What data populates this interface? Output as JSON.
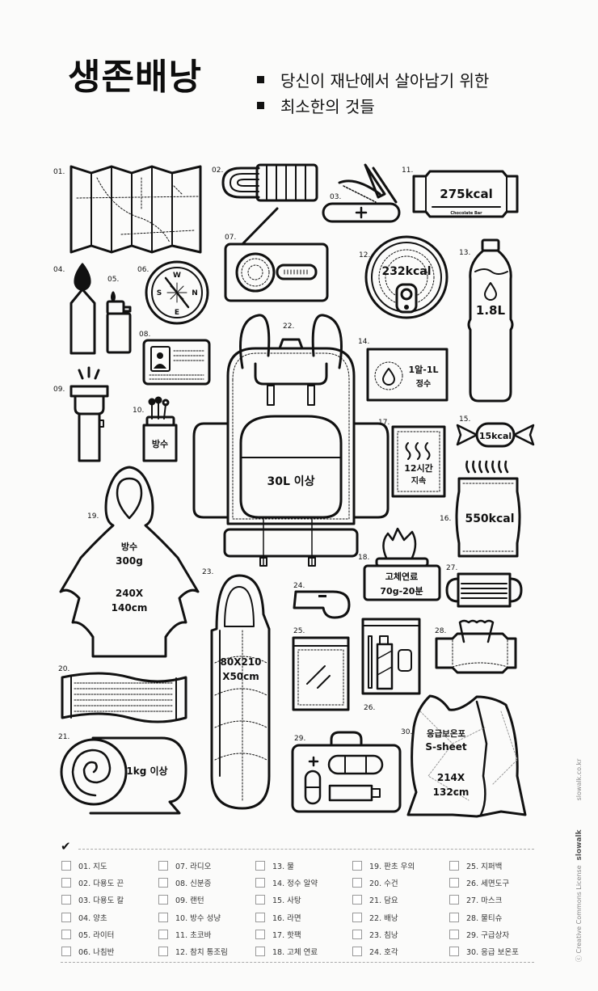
{
  "header": {
    "title": "생존배낭",
    "subtitle_lines": [
      "당신이 재난에서 살아남기 위한",
      "최소한의 것들"
    ]
  },
  "items": [
    {
      "no": "01.",
      "name": "지도"
    },
    {
      "no": "02.",
      "name": "다용도 끈"
    },
    {
      "no": "03.",
      "name": "다용도 칼"
    },
    {
      "no": "04.",
      "name": "양초"
    },
    {
      "no": "05.",
      "name": "라이터"
    },
    {
      "no": "06.",
      "name": "나침반"
    },
    {
      "no": "07.",
      "name": "라디오"
    },
    {
      "no": "08.",
      "name": "신분증"
    },
    {
      "no": "09.",
      "name": "랜턴"
    },
    {
      "no": "10.",
      "name": "방수 성냥",
      "label": "방수"
    },
    {
      "no": "11.",
      "name": "초코바",
      "label": "275kcal",
      "sublabel": "Chocolate Bar"
    },
    {
      "no": "12.",
      "name": "참치 통조림",
      "label": "232kcal"
    },
    {
      "no": "13.",
      "name": "물",
      "label": "1.8L"
    },
    {
      "no": "14.",
      "name": "정수 알약",
      "label_lines": [
        "1알-1L",
        "정수"
      ]
    },
    {
      "no": "15.",
      "name": "사탕",
      "label": "15kcal"
    },
    {
      "no": "16.",
      "name": "라면",
      "label": "550kcal"
    },
    {
      "no": "17.",
      "name": "핫팩",
      "label_lines": [
        "12시간",
        "지속"
      ]
    },
    {
      "no": "18.",
      "name": "고체 연료",
      "label_lines": [
        "고체연료",
        "70g-20분"
      ]
    },
    {
      "no": "19.",
      "name": "판초 우의",
      "label_lines": [
        "방수",
        "300g",
        "240X",
        "140cm"
      ]
    },
    {
      "no": "20.",
      "name": "수건"
    },
    {
      "no": "21.",
      "name": "담요",
      "label": "1kg 이상"
    },
    {
      "no": "22.",
      "name": "배낭",
      "label": "30L 이상"
    },
    {
      "no": "23.",
      "name": "침낭",
      "label_lines": [
        "80X210",
        "X50cm"
      ]
    },
    {
      "no": "24.",
      "name": "호각"
    },
    {
      "no": "25.",
      "name": "지퍼백"
    },
    {
      "no": "26.",
      "name": "세면도구"
    },
    {
      "no": "27.",
      "name": "마스크"
    },
    {
      "no": "28.",
      "name": "물티슈"
    },
    {
      "no": "29.",
      "name": "구급상자"
    },
    {
      "no": "30.",
      "name": "응급 보온포",
      "label_lines": [
        "응급보온포",
        "S-sheet",
        "214X",
        "132cm"
      ]
    }
  ],
  "checklist": {
    "check_mark": "✔",
    "entries": [
      "01. 지도",
      "02. 다용도 끈",
      "03. 다용도 칼",
      "04. 양초",
      "05. 라이터",
      "06. 나침반",
      "07. 라디오",
      "08. 신분증",
      "09. 랜턴",
      "10. 방수 성냥",
      "11. 초코바",
      "12. 참치 통조림",
      "13. 물",
      "14. 정수 알약",
      "15. 사탕",
      "16. 라면",
      "17. 핫팩",
      "18. 고체 연료",
      "19. 판초 우의",
      "20. 수건",
      "21. 담요",
      "22. 배낭",
      "23. 침낭",
      "24. 호각",
      "25. 지퍼백",
      "26. 세면도구",
      "27. 마스크",
      "28. 물티슈",
      "29. 구급상자",
      "30. 응급 보온포"
    ]
  },
  "footer": {
    "license": "ⓒ Creative Commons License",
    "brand": "slowalk",
    "url": "slowalk.co.kr"
  },
  "compass": {
    "n": "N",
    "s": "S",
    "e": "E",
    "w": "W"
  }
}
